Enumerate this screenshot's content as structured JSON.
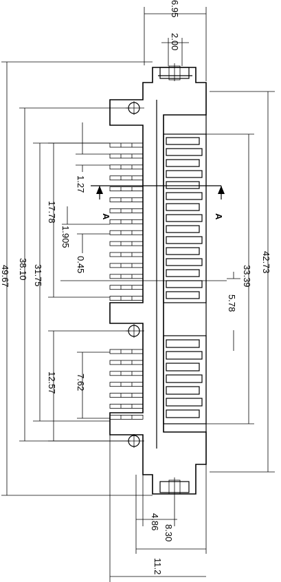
{
  "dimensions": {
    "d_6_95": "6.95",
    "d_2_00": "2.00",
    "d_42_73": "42.73",
    "d_33_39": "33.39",
    "d_5_78": "5.78",
    "d_1_27": "1.27",
    "d_17_78": "17.78",
    "d_1_905": "1.905",
    "d_0_45": "0.45",
    "d_31_75": "31.75",
    "d_38_10": "38.10",
    "d_49_67": "49.67",
    "d_12_57": "12.57",
    "d_7_62": "7.62",
    "d_4_86": "4.86",
    "d_8_30": "8.30",
    "d_11_2": "11.2"
  },
  "section": {
    "left_label": "A",
    "right_label": "A"
  }
}
